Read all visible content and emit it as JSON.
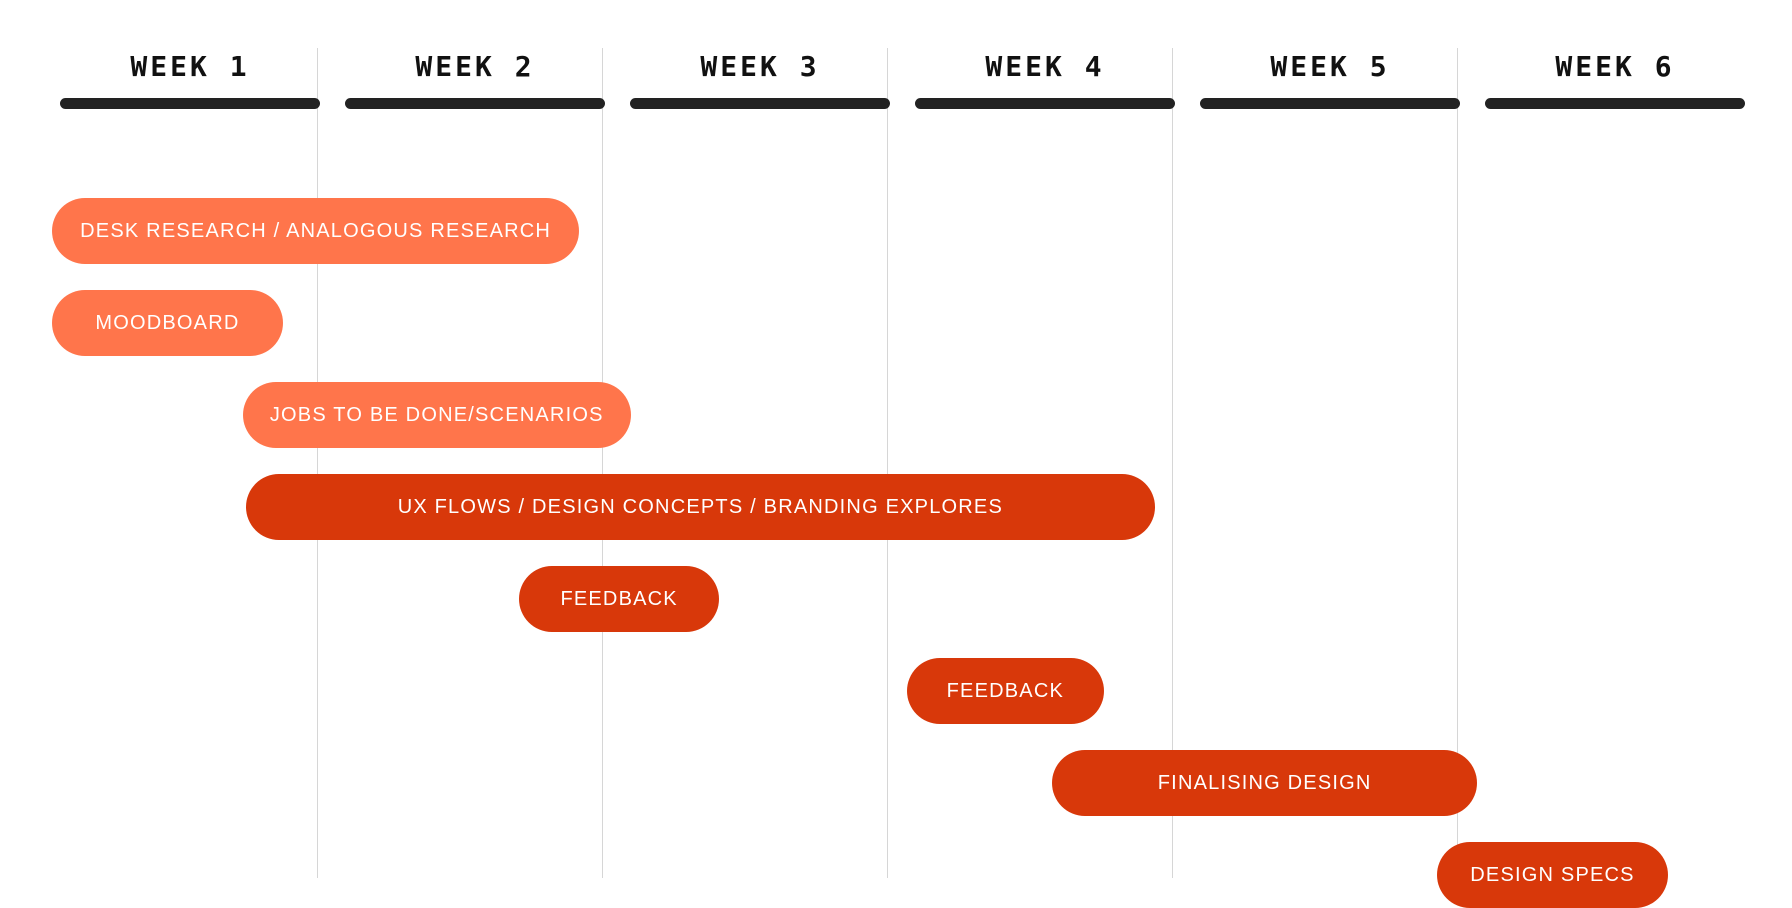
{
  "weeks": [
    "WEEK 1",
    "WEEK 2",
    "WEEK 3",
    "WEEK 4",
    "WEEK 5",
    "WEEK 6"
  ],
  "colors": {
    "background": "#ffffff",
    "header_text": "#111111",
    "header_rule": "#222222",
    "divider": "#d6d6d6",
    "task_light": "#ff754b",
    "task_dark": "#d8380a",
    "task_text": "#ffffff"
  },
  "tasks": [
    {
      "label": "DESK RESEARCH / ANALOGOUS RESEARCH",
      "tone": "light",
      "start_week": 0.0,
      "end_week": 1.85
    },
    {
      "label": "MOODBOARD",
      "tone": "light",
      "start_week": 0.0,
      "end_week": 0.81
    },
    {
      "label": "JOBS TO BE DONE/SCENARIOS",
      "tone": "light",
      "start_week": 0.67,
      "end_week": 2.03
    },
    {
      "label": "UX FLOWS / DESIGN CONCEPTS / BRANDING EXPLORES",
      "tone": "dark",
      "start_week": 0.68,
      "end_week": 3.87
    },
    {
      "label": "FEEDBACK",
      "tone": "dark",
      "start_week": 1.64,
      "end_week": 2.34
    },
    {
      "label": "FEEDBACK",
      "tone": "dark",
      "start_week": 3.0,
      "end_week": 3.69
    },
    {
      "label": "FINALISING DESIGN",
      "tone": "dark",
      "start_week": 3.51,
      "end_week": 5.0
    },
    {
      "label": "DESIGN SPECS",
      "tone": "dark",
      "start_week": 4.86,
      "end_week": 5.67
    }
  ]
}
